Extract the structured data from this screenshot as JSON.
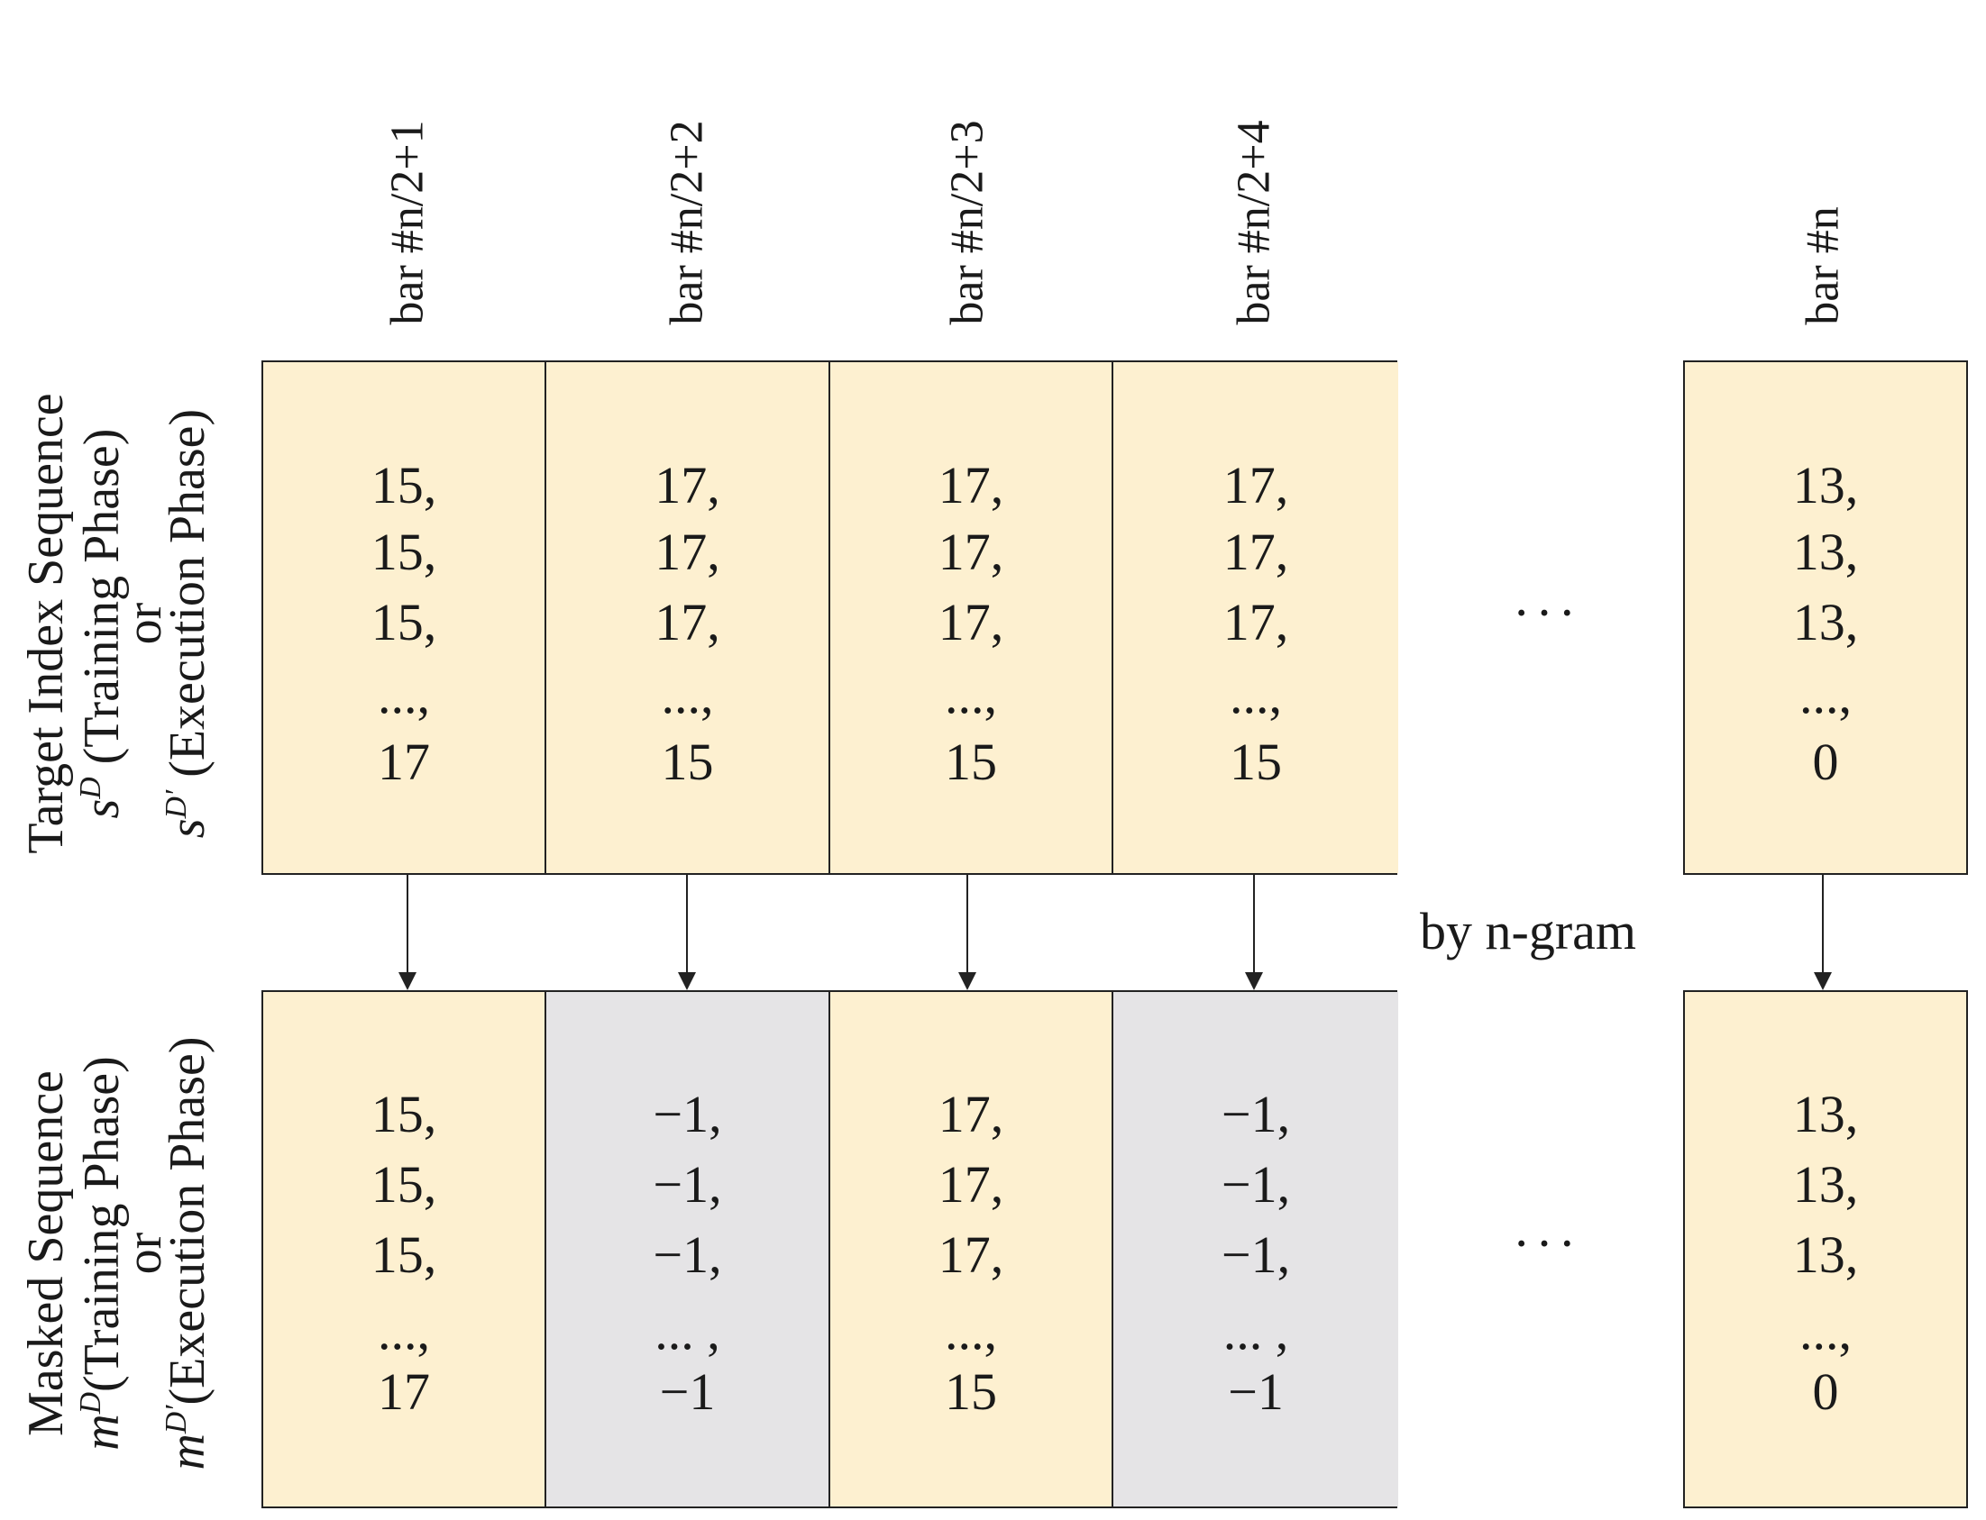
{
  "headers": [
    "bar #n/2+1",
    "bar #n/2+2",
    "bar #n/2+3",
    "bar #n/2+4",
    "bar #n"
  ],
  "top_label": {
    "line1": "Target Index Sequence",
    "sym1": "s",
    "sup1": "D",
    "line2": "(Training Phase)",
    "or": "or",
    "sym2": "s",
    "sup2": "D′",
    "line3": "(Execution Phase)"
  },
  "bottom_label": {
    "line1": "Masked Sequence",
    "sym1": "m",
    "sup1": "D",
    "line2": "(Training Phase)",
    "or": "or",
    "sym2": "m",
    "sup2": "D′",
    "line3": "(Execution Phase)"
  },
  "top_cells": [
    [
      "15,",
      "15,",
      "15,",
      "...,",
      "17"
    ],
    [
      "17,",
      "17,",
      "17,",
      "...,",
      "15"
    ],
    [
      "17,",
      "17,",
      "17,",
      "...,",
      "15"
    ],
    [
      "17,",
      "17,",
      "17,",
      "...,",
      "15"
    ]
  ],
  "top_last": [
    "13,",
    "13,",
    "13,",
    "...,",
    "0"
  ],
  "bottom_cells": [
    [
      "15,",
      "15,",
      "15,",
      "...,",
      "17"
    ],
    [
      "−1,",
      "−1,",
      "−1,",
      "... ,",
      "−1"
    ],
    [
      "17,",
      "17,",
      "17,",
      "...,",
      "15"
    ],
    [
      "−1,",
      "−1,",
      "−1,",
      "... ,",
      "−1"
    ]
  ],
  "bottom_last": [
    "13,",
    "13,",
    "13,",
    "...,",
    "0"
  ],
  "masked_flags": [
    false,
    true,
    false,
    true
  ],
  "ellipsis": "···",
  "arrow_label": "by n-gram",
  "colors": {
    "kept": "#fdf0d0",
    "masked": "#e5e4e6",
    "border": "#222222"
  }
}
